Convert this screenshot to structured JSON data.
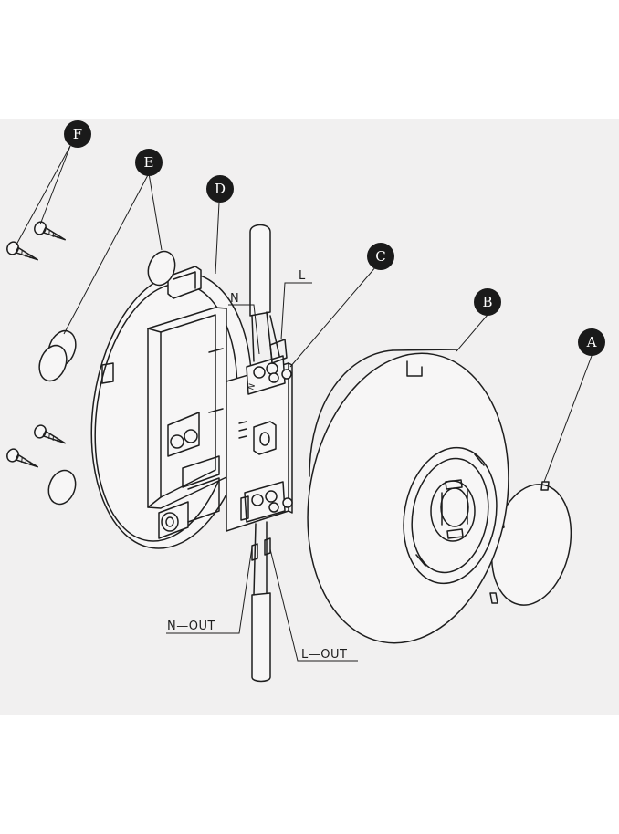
{
  "callouts": {
    "a": "A",
    "b": "B",
    "c": "C",
    "d": "D",
    "e": "E",
    "f": "F"
  },
  "wire_labels": {
    "n_in": "N",
    "l_in": "L",
    "n_out": "N—OUT",
    "l_out": "L—OUT"
  },
  "colors": {
    "line": "#1e1e1e",
    "badge": "#1a1a1a",
    "background": "#f1f0f0"
  }
}
